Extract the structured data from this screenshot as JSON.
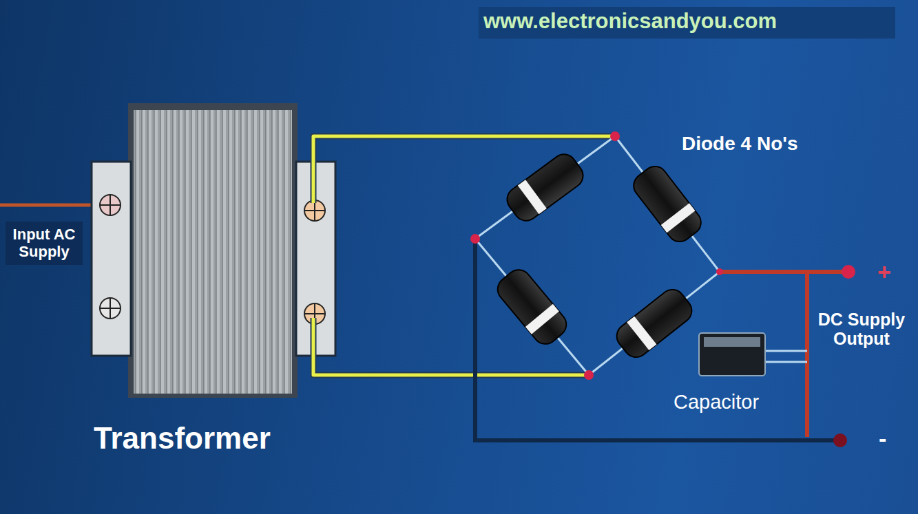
{
  "diagram": {
    "nodes": [
      {
        "text": [
          "Input AC Supply"
        ]
      }
    ],
    "labels": [
      "www.electronicsandyou.com",
      "Transformer",
      "Diode 4 No's",
      "Capacitor",
      "DC Supply Output",
      "+",
      "-"
    ]
  }
}
